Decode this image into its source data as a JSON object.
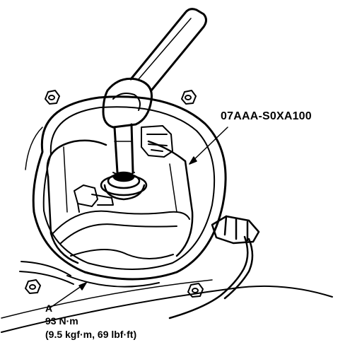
{
  "labels": {
    "tool_number": "07AAA-S0XA100",
    "callout_a": "A",
    "torque_nm": "93 N·m",
    "torque_alt": "(9.5 kgf·m, 69 lbf·ft)"
  },
  "colors": {
    "ink": "#000000",
    "paper": "#ffffff"
  }
}
